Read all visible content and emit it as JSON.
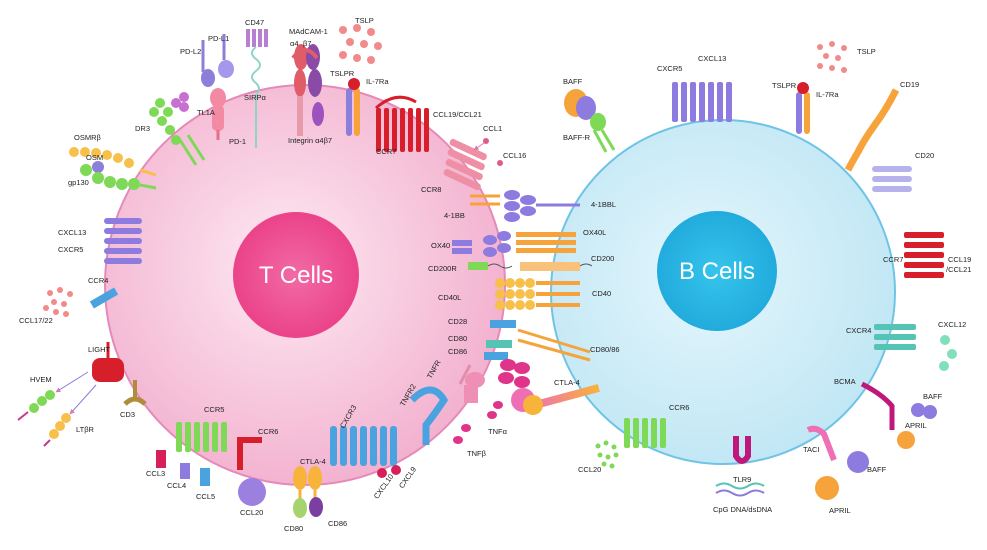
{
  "cells": {
    "t": {
      "label": "T Cells"
    },
    "b": {
      "label": "B Cells"
    }
  },
  "colors": {
    "t_cell_outer": "#f7c8df",
    "t_cell_nucleus": "#ef4f93",
    "b_cell_outer": "#c8ecf8",
    "b_cell_nucleus": "#27b7e3",
    "red": "#d71f2b",
    "purple": "#8e7be0",
    "green": "#7ed957",
    "orange": "#f6a33b",
    "teal": "#56c4b5",
    "blue": "#4aa3df",
    "pink": "#ef8fb5"
  },
  "labels": {
    "t": {
      "pdl2": "PD-L2",
      "pdl1": "PD-L1",
      "cd47": "CD47",
      "madcam": "MAdCAM-1",
      "a4": "α4",
      "b7": "β7",
      "tslp": "TSLP",
      "tslpr": "TSLPR",
      "il7ra": "IL-7Ra",
      "tl1a": "TL1A",
      "sirpa": "SIRPα",
      "dr3": "DR3",
      "pd1": "PD-1",
      "integrin": "Integrin α4β7",
      "ccl19_21": "CCL19/CCL21",
      "ccr7": "CCR7",
      "ccl1": "CCL1",
      "ccl16": "CCL16",
      "osmrb": "OSMRβ",
      "osm": "OSM",
      "gp130": "gp130",
      "ccr8": "CCR8",
      "cd137": "4-1BB",
      "cd137l": "4-1BBL",
      "cxcl13": "CXCL13",
      "cxcr5": "CXCR5",
      "ox40": "OX40",
      "ox40l": "OX40L",
      "cd200r": "CD200R",
      "cd200": "CD200",
      "cd40l": "CD40L",
      "cd40": "CD40",
      "ccl17_22": "CCL17/22",
      "ccr4": "CCR4",
      "cd28": "CD28",
      "cd80": "CD80",
      "cd86": "CD86",
      "cd80_86": "CD80/86",
      "light": "LIGHT",
      "hvem": "HVEM",
      "ltbr": "LTβR",
      "tnfr": "TNFR",
      "tnfr2": "TNFR2",
      "ctla4": "CTLA-4",
      "cd3": "CD3",
      "ccr5": "CCR5",
      "ccr6": "CCR6",
      "cxcr3": "CXCR3",
      "tnfa": "TNFα",
      "tnfb": "TNFβ",
      "ccl3": "CCL3",
      "ccl4": "CCL4",
      "ccl5": "CCL5",
      "ccl20": "CCL20",
      "cxcl10": "CXCL10",
      "cxcl9": "CXCL9",
      "cd80b": "CD80",
      "cd86b": "CD86"
    },
    "b": {
      "baff": "BAFF",
      "baffr": "BAFF-R",
      "cxcr5": "CXCR5",
      "cxcl13": "CXCL13",
      "tslpr": "TSLPR",
      "il7ra": "IL-7Ra",
      "tslp": "TSLP",
      "cd19": "CD19",
      "cd20": "CD20",
      "ccr7": "CCR7",
      "ccl19": "CCL19",
      "ccl21": "/CCL21",
      "cxcr4": "CXCR4",
      "cxcl12": "CXCL12",
      "bcma": "BCMA",
      "baff2": "BAFF",
      "april": "APRIL",
      "ccr6": "CCR6",
      "ccl20": "CCL20",
      "tlr9": "TLR9",
      "cpg": "CpG DNA/dsDNA",
      "taci": "TACI",
      "baff3": "BAFF",
      "april2": "APRIL"
    }
  }
}
